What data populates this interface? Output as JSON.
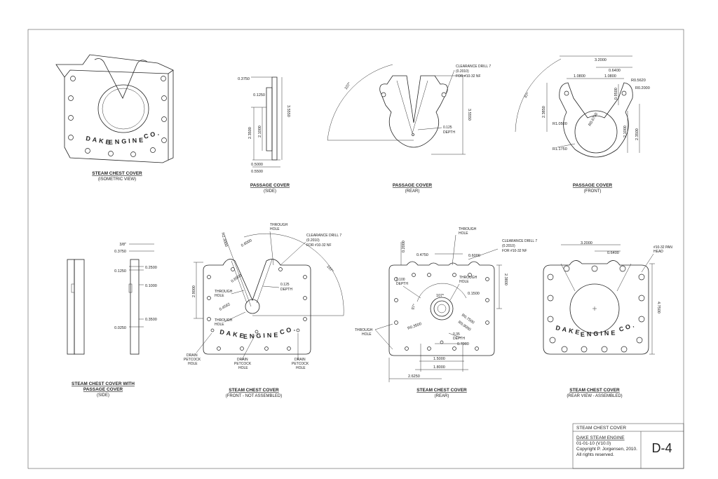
{
  "captions": {
    "iso": {
      "line1": "STEAM CHEST COVER",
      "line2": "(ISOMETRIC VIEW)"
    },
    "pc_side": {
      "line1": "PASSAGE COVER",
      "line2": "(SIDE)"
    },
    "pc_rear": {
      "line1": "PASSAGE COVER",
      "line2": "(REAR)"
    },
    "pc_front": {
      "line1": "PASSAGE COVER",
      "line2": "(FRONT)"
    },
    "scp_side": {
      "line1": "STEAM CHEST COVER WITH",
      "line2": "PASSAGE COVER",
      "line3": "(SIDE)"
    },
    "sc_front": {
      "line1": "STEAM CHEST COVER",
      "line2": "(FRONT - NOT ASSEMBLED)"
    },
    "sc_rear": {
      "line1": "STEAM CHEST COVER",
      "line2": "(REAR)"
    },
    "sc_rear_asm": {
      "line1": "STEAM CHEST COVER",
      "line2": "(REAR VIEW - ASSEMBLED)"
    }
  },
  "emboss": {
    "dake": "DAKE",
    "engine": "ENGINE",
    "co": "CO."
  },
  "dims": {
    "pcs_03750": "0.3750",
    "pcs_01250": "0.1250",
    "pcs_35550": "3.5550",
    "pcs_23500": "2.3500",
    "pcs_21000": "2.1000",
    "pcs_05000": "0.5000",
    "pcs_05500": "0.5500",
    "pcr_107": "107°",
    "pcr_35550": "3.5550",
    "pcf_32000": "3.2000",
    "pcf_06400": "0.6400",
    "pcf_10800a": "1.0800",
    "pcf_10800b": "1.0800",
    "pcf_r05620": "R0.5620",
    "pcf_r02000": "R0.2000",
    "pcf_09500": "0.9500",
    "pcf_23850": "2.3850",
    "pcf_r10500": "R1.0500",
    "pcf_r06750": "R0.6750",
    "pcf_21000": "2.1000",
    "pcf_23500": "2.3500",
    "pcf_r11750": "R1.1750",
    "pcf_97": "97°",
    "scs_38": "3/8\"",
    "scs_03750": "0.3750",
    "scs_02500": "0.2500",
    "scs_01250": "0.1250",
    "scs_01000": "0.1000",
    "scs_03500": "0.3500",
    "scs_00250": "0.0250",
    "scf_r23000": "R2.3000",
    "scf_06000": "0.6000",
    "scf_29000": "2.9000",
    "scf_06500": "0.6500",
    "scf_04562": "0.4562",
    "scf_107": "107°",
    "scr_02000": "0.2000",
    "scr_04750": "0.4750",
    "scr_06000": "0.6000",
    "scr_23800": "2.3800",
    "scr_01500": "0.1500",
    "scr_r03500": "R0.3500",
    "scr_r07500": "R0.7500",
    "scr_r09000": "R0.9000",
    "scr_07000": "0.7000",
    "scr_15000": "1.5000",
    "scr_18000": "1.8000",
    "scr_26250": "2.6250",
    "scr_107": "107°",
    "scr_97": "97°",
    "sca_32000": "3.2000",
    "sca_06400": "0.6400",
    "sca_47500": "4.7500"
  },
  "notes": {
    "pcr_clear_1": "CLEARANCE DRILL 7",
    "pcr_clear_2": "(0.2010)",
    "pcr_clear_3": "FOR #10-32 NF",
    "pcr_depth_1": "0.125",
    "pcr_depth_2": "DEPTH",
    "scf_through_1": "THROUGH",
    "scf_through_2": "HOLE",
    "scf_clear_1": "CLEARANCE DRILL 7",
    "scf_clear_2": "(0.2010)",
    "scf_clear_3": "FOR #10-32 NF",
    "scf_depth_1": "0.125",
    "scf_depth_2": "DEPTH",
    "scf_th2_1": "THROUGH",
    "scf_th2_2": "HOLE",
    "scf_th3_1": "THROUGH",
    "scf_th3_2": "HOLE",
    "scf_drain1_1": "DRAIN",
    "scf_drain1_2": "PETCOCK",
    "scf_drain1_3": "HOLE",
    "scf_drain2_1": "DRAIN",
    "scf_drain2_2": "PETCOCK",
    "scf_drain2_3": "HOLE",
    "scf_drain3_1": "DRAIN",
    "scf_drain3_2": "PETCOCK",
    "scf_drain3_3": "HOLE",
    "scr_through_1": "THROUGH",
    "scr_through_2": "HOLE",
    "scr_clear_1": "CLEARANCE DRILL 7",
    "scr_clear_2": "(0.2010)",
    "scr_clear_3": "FOR #10-32 NF",
    "scr_depth100_1": "0.100",
    "scr_depth100_2": "DEPTH",
    "scr_th2_1": "THROUGH",
    "scr_th2_2": "HOLE",
    "scr_th3_1": "THROUGH",
    "scr_th3_2": "HOLE",
    "scr_depth035_1": "0.35",
    "scr_depth035_2": "DEPTH",
    "sca_pan_1": "#10-32 PAN",
    "sca_pan_2": "HEAD"
  },
  "title_block": {
    "title": "STEAM CHEST COVER",
    "project": "DAKE STEAM ENGINE",
    "version": "01-01-10  (V10.0)",
    "copyright": "Copyright P. Jorgensen, 2010.",
    "rights": "All rights reserved.",
    "sheet": "D-4"
  }
}
